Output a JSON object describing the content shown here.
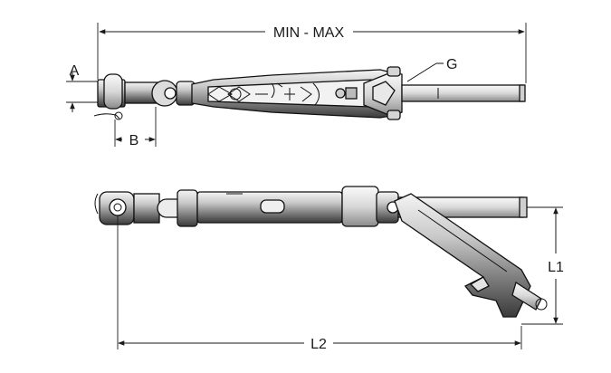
{
  "labels": {
    "min_max": "MIN - MAX",
    "a": "A",
    "b": "B",
    "g": "G",
    "l1": "L1",
    "l2": "L2"
  }
}
